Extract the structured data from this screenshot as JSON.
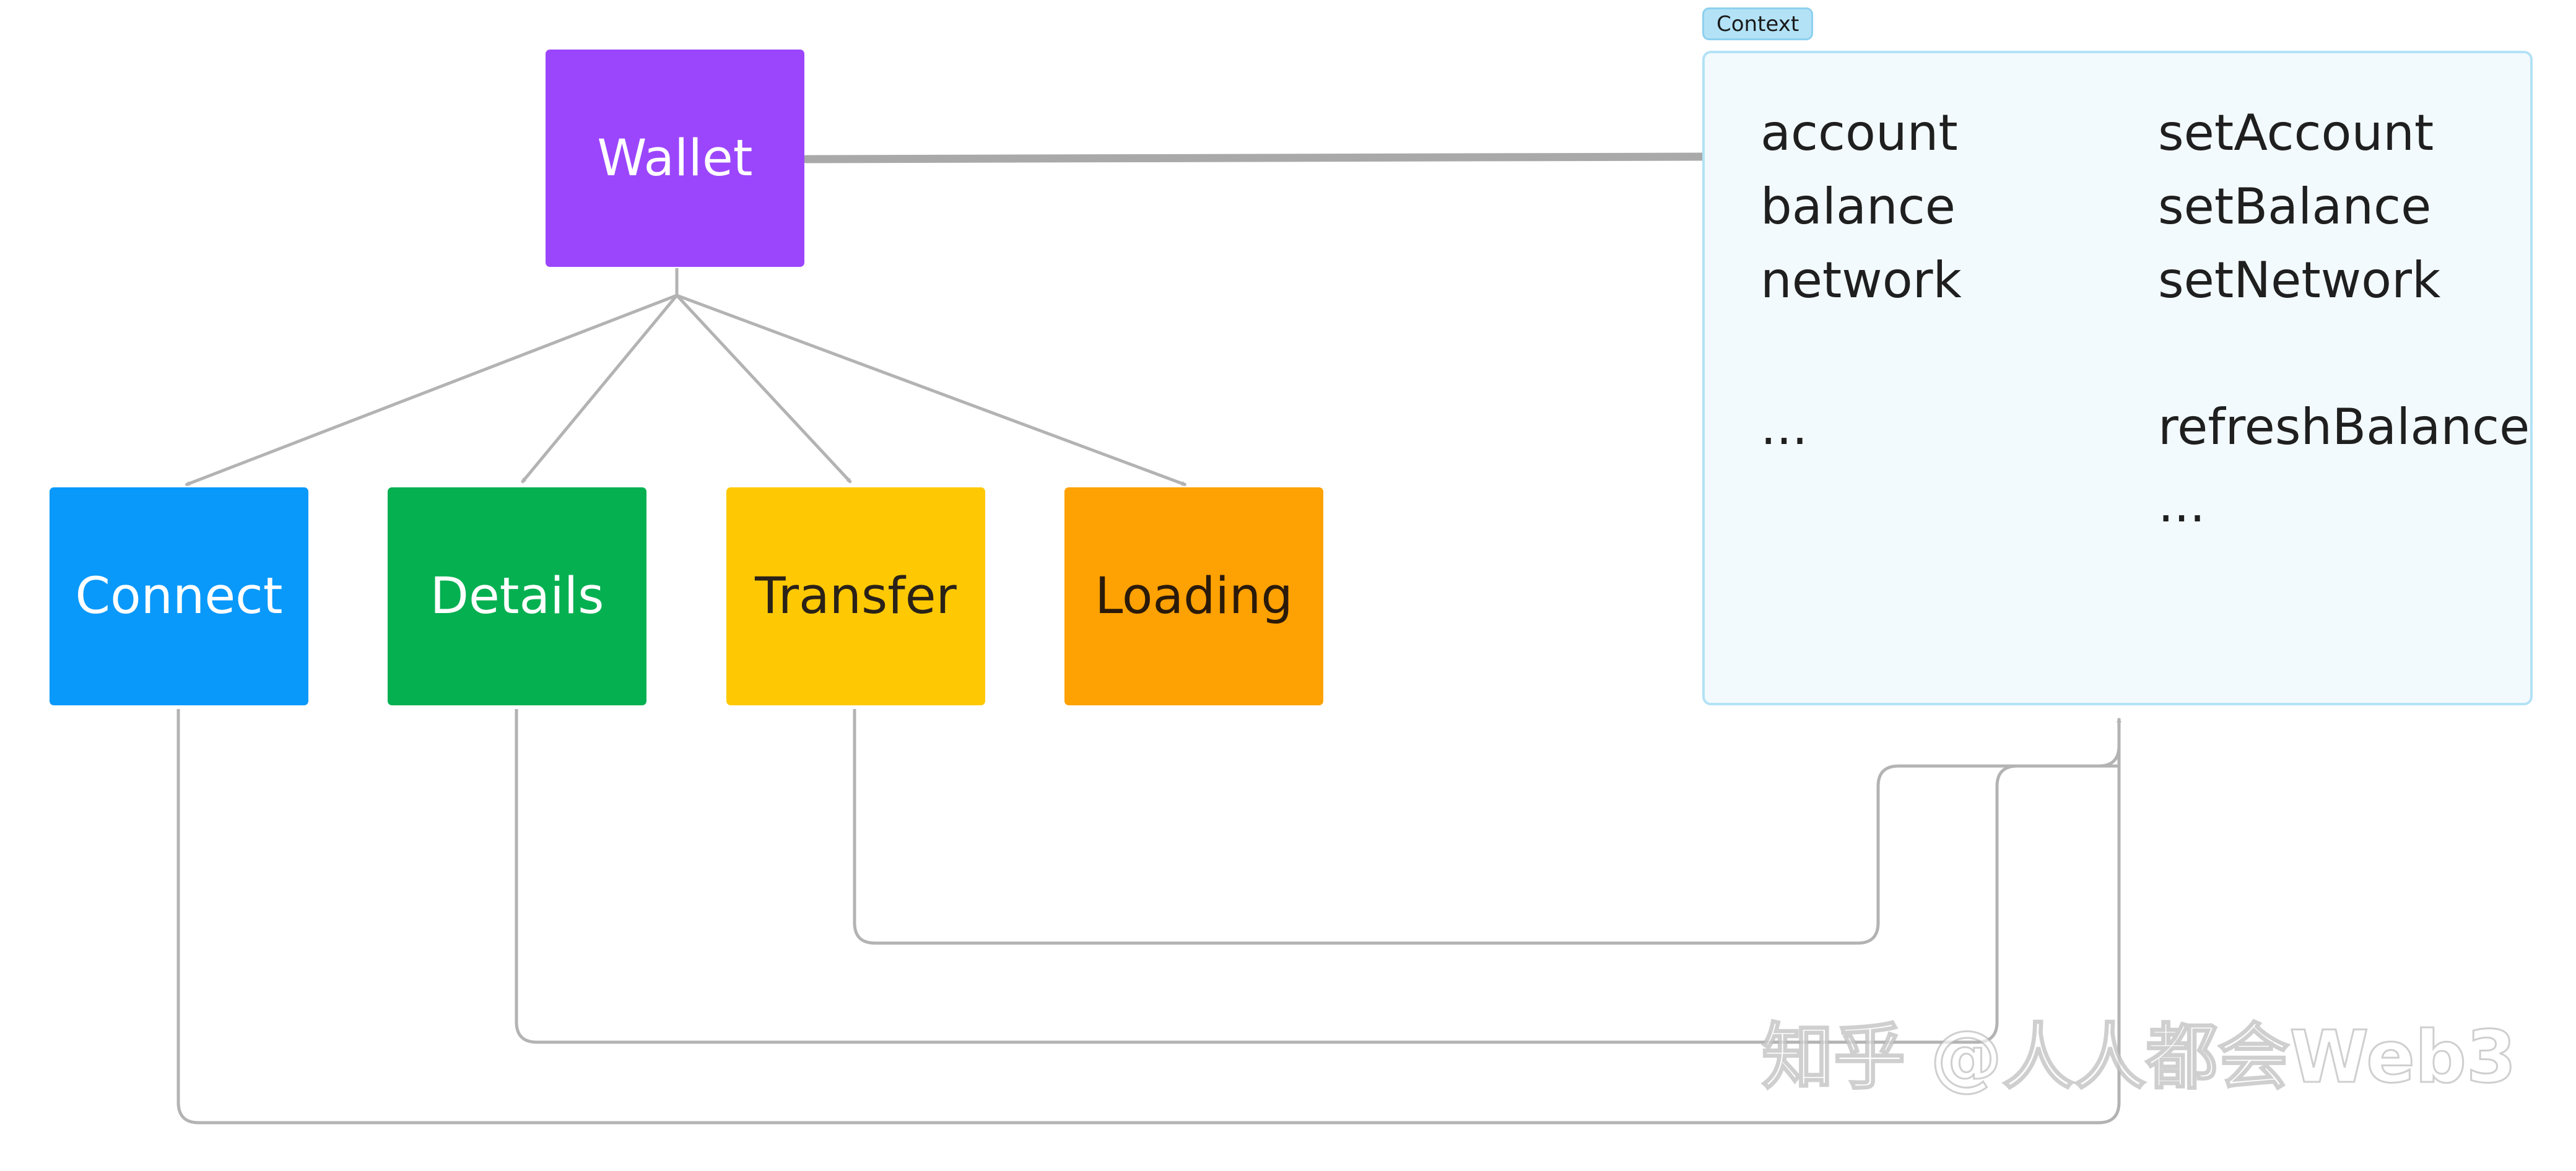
{
  "nodes": {
    "wallet": {
      "label": "Wallet",
      "color": "#9b46fc",
      "text_color": "#ffffff"
    },
    "connect": {
      "label": "Connect",
      "color": "#0999fb",
      "text_color": "#ffffff"
    },
    "details": {
      "label": "Details",
      "color": "#05b051",
      "text_color": "#ffffff"
    },
    "transfer": {
      "label": "Transfer",
      "color": "#fec902",
      "text_color": "#2a2118"
    },
    "loading": {
      "label": "Loading",
      "color": "#fea102",
      "text_color": "#2a1a0a"
    }
  },
  "context": {
    "label": "Context",
    "items_left": [
      "account",
      "balance",
      "network",
      "..."
    ],
    "items_right": [
      "setAccount",
      "setBalance",
      "setNetwork",
      "refreshBalance",
      "..."
    ]
  },
  "edges": [
    {
      "from": "wallet",
      "to": "connect"
    },
    {
      "from": "wallet",
      "to": "details"
    },
    {
      "from": "wallet",
      "to": "transfer"
    },
    {
      "from": "wallet",
      "to": "loading"
    },
    {
      "from": "wallet",
      "to": "context"
    },
    {
      "from": "connect",
      "to": "context"
    },
    {
      "from": "details",
      "to": "context"
    },
    {
      "from": "transfer",
      "to": "context"
    }
  ],
  "colors": {
    "connector": "#b3b3b3",
    "wallet_link": "#a9a9a9",
    "context_fill": "#f3fafd",
    "context_border": "#b3e2f6"
  },
  "watermark": "知乎 @人人都会Web3"
}
